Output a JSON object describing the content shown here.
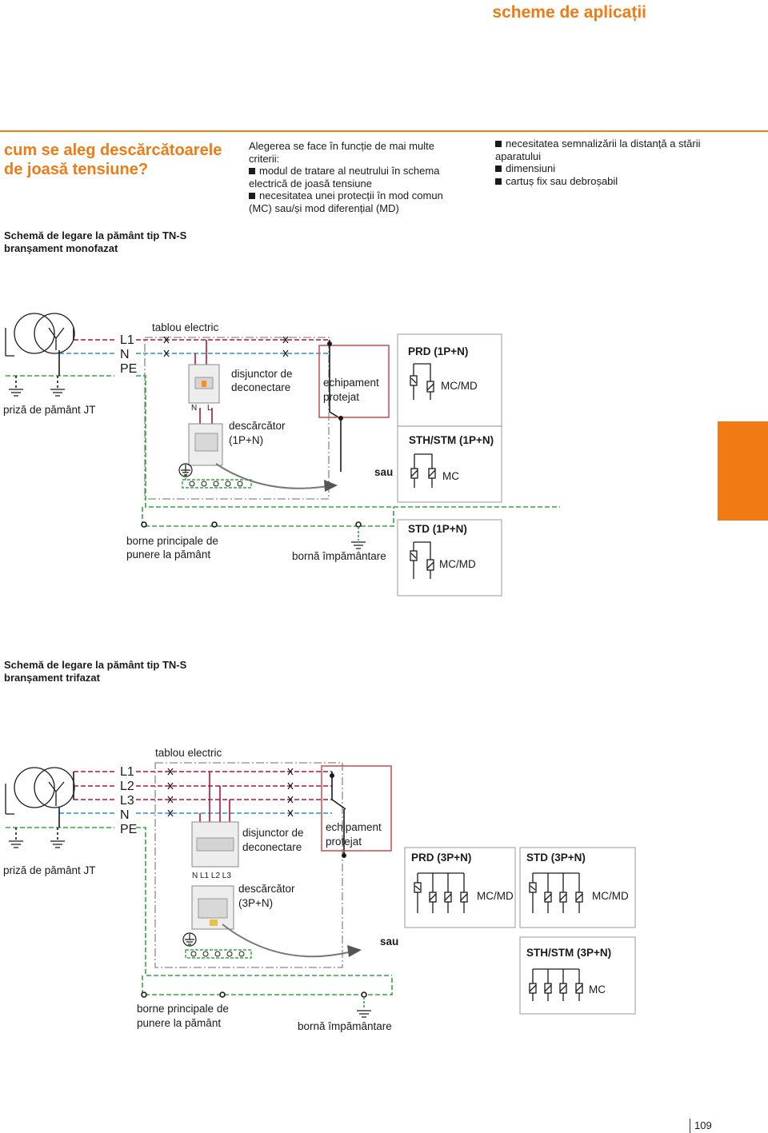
{
  "header": {
    "title": "scheme de aplicații",
    "page_number": "109"
  },
  "intro": {
    "question": "cum se aleg descărcătoarele de joasă tensiune?",
    "col1_lead": [
      "Alegerea se face în funcție de mai multe",
      "criterii:"
    ],
    "col1_bullets": [
      [
        "modul de tratare al neutrului în schema",
        "electrică de joasă tensiune"
      ],
      [
        "necesitatea unei protecții în mod comun",
        "(MC) sau/și mod diferențial (MD)"
      ]
    ],
    "col2_bullets": [
      [
        "necesitatea semnalizării la distanță a stării",
        "aparatului"
      ],
      [
        "dimensiuni"
      ],
      [
        "cartuș fix sau debroșabil"
      ]
    ]
  },
  "diagram1": {
    "title": [
      "Schemă de legare la pământ tip TN-S",
      "branșament monofazat"
    ],
    "lines": [
      "L1",
      "N",
      "PE"
    ],
    "tablou": "tablou electric",
    "earth_source": "priză de pământ JT",
    "breaker": [
      "disjunctor de",
      "deconectare"
    ],
    "equipment": [
      "echipament",
      "protejat"
    ],
    "arrester": [
      "descărcător",
      "(1P+N)"
    ],
    "terminals_main": [
      "borne principale de",
      "punere la pământ"
    ],
    "terminal_earth": "bornă împământare",
    "or": "sau",
    "prd": "PRD (1P+N)",
    "prd_mode": "MC/MD",
    "sth": "STH/STM (1P+N)",
    "sth_mode": "MC",
    "std": "STD (1P+N)",
    "std_mode": "MC/MD",
    "term_n": "N",
    "term_l": "L"
  },
  "diagram2": {
    "title": [
      "Schemă de legare la pământ tip TN-S",
      "branșament trifazat"
    ],
    "lines": [
      "L1",
      "L2",
      "L3",
      "N",
      "PE"
    ],
    "tablou": "tablou electric",
    "earth_source": "priză de pământ JT",
    "breaker": [
      "disjunctor de",
      "deconectare"
    ],
    "equipment": [
      "echipament",
      "protejat"
    ],
    "arrester": [
      "descărcător",
      "(3P+N)"
    ],
    "terminals_main": [
      "borne principale de",
      "punere la pământ"
    ],
    "terminal_earth": "bornă împământare",
    "or": "sau",
    "prd": "PRD (3P+N)",
    "prd_mode": "MC/MD",
    "std": "STD (3P+N)",
    "std_mode": "MC/MD",
    "sth": "STH/STM (3P+N)",
    "sth_mode": "MC",
    "term_labels": "N  L1 L2 L3"
  },
  "colors": {
    "accent": "#f07a14",
    "phase": "#b5123c",
    "neutral": "#2b8fd6",
    "pe": "#2faa3a",
    "box": "#c9565c"
  }
}
